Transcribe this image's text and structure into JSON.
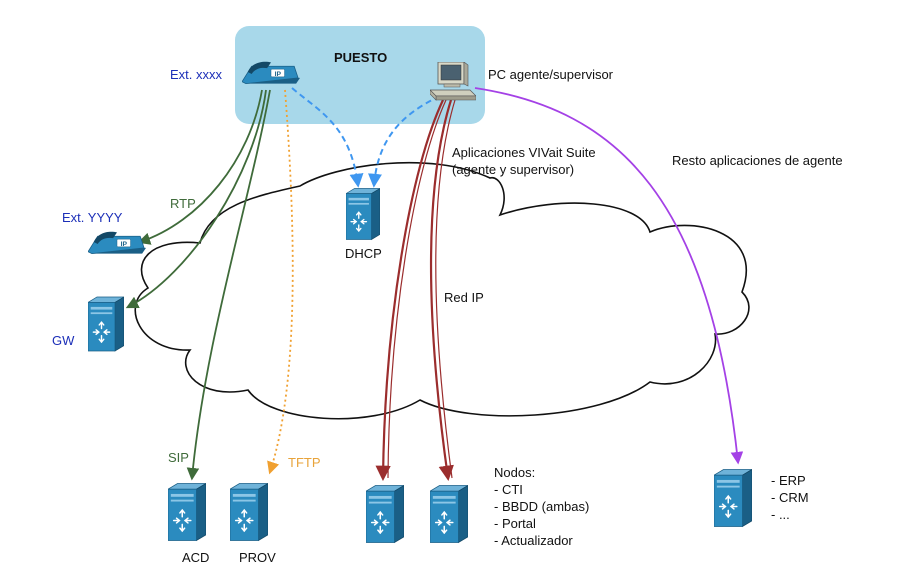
{
  "colors": {
    "puesto_bg": "#a8d8ea",
    "device_blue": "#2b8bbf",
    "device_dark": "#1a5f86",
    "green": "#3f6b3a",
    "orange": "#f0a030",
    "blue_dashed": "#3f97f0",
    "dark_red": "#9b2d2d",
    "purple": "#a441e6",
    "label_blue": "#1c2fb8"
  },
  "labels": {
    "puesto": "PUESTO",
    "ext_xxxx": "Ext. xxxx",
    "pc_agente": "PC agente/supervisor",
    "aplicaciones_line1": "Aplicaciones VIVait Suite",
    "aplicaciones_line2": "(agente y supervisor)",
    "resto": "Resto aplicaciones de agente",
    "rtp": "RTP",
    "ext_yyyy": "Ext. YYYY",
    "dhcp": "DHCP",
    "red_ip": "Red IP",
    "gw": "GW",
    "sip": "SIP",
    "tftp": "TFTP",
    "acd": "ACD",
    "prov": "PROV",
    "nodos_title": "Nodos:",
    "nodos_items": [
      "- CTI",
      "- BBDD (ambas)",
      "- Portal",
      "- Actualizador"
    ],
    "apps_items": [
      "- ERP",
      "- CRM",
      "- ..."
    ]
  },
  "icons": {
    "phone": "ip-phone-icon",
    "pc": "pc-workstation-icon",
    "server": "server-icon",
    "cloud": "cloud-icon"
  }
}
